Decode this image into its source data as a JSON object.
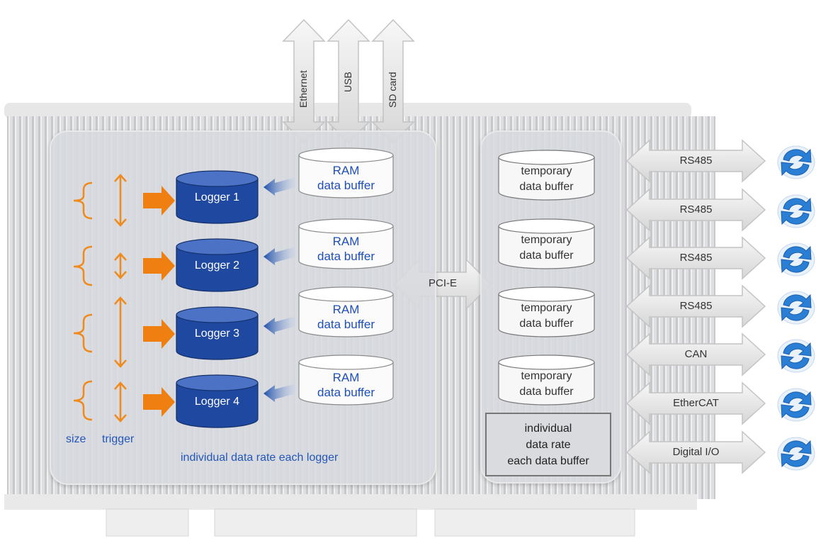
{
  "interfaces_top": [
    "Ethernet",
    "USB",
    "SD card"
  ],
  "loggers": [
    {
      "name": "Logger 1",
      "buffer": "RAM\ndata buffer"
    },
    {
      "name": "Logger 2",
      "buffer": "RAM\ndata buffer"
    },
    {
      "name": "Logger 3",
      "buffer": "RAM\ndata buffer"
    },
    {
      "name": "Logger 4",
      "buffer": "RAM\ndata buffer"
    }
  ],
  "left_labels": {
    "size": "size",
    "trigger": "trigger",
    "footer": "individual data rate each logger"
  },
  "bus": "PCI-E",
  "temp_buffers": [
    "temporary\ndata buffer",
    "temporary\ndata buffer",
    "temporary\ndata buffer",
    "temporary\ndata buffer"
  ],
  "right_note": "individual\ndata rate\neach data buffer",
  "ports": [
    "RS485",
    "RS485",
    "RS485",
    "RS485",
    "CAN",
    "EtherCAT",
    "Digital I/O"
  ],
  "icons": {
    "sync": "sync-icon"
  },
  "colors": {
    "orange": "#f08a1c",
    "blue": "#1f4fb8",
    "sync_blue": "#2a7fd4"
  }
}
